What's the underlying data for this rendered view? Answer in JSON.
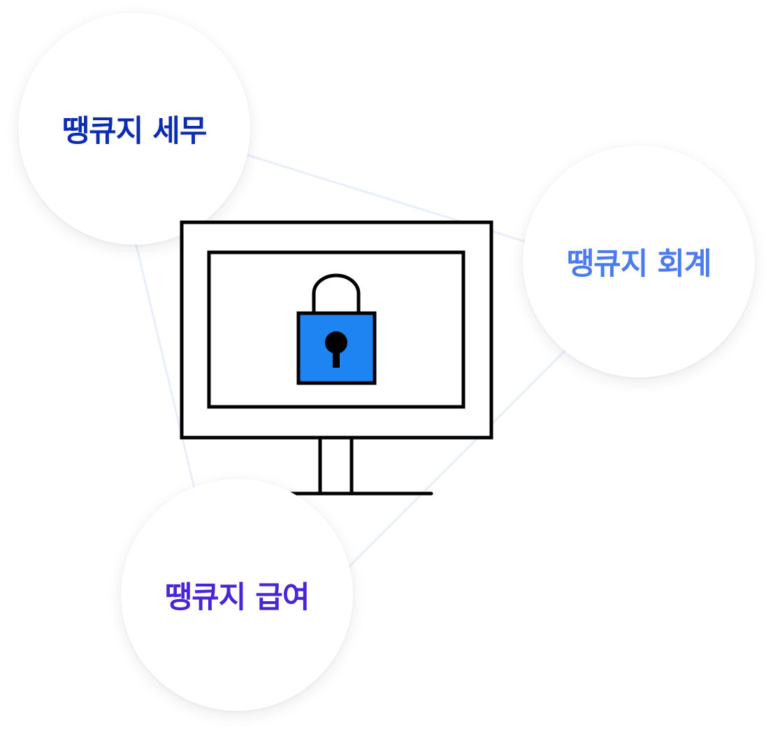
{
  "bubbles": {
    "tax": {
      "label": "땡큐지 세무",
      "color": "#0d2db0"
    },
    "accounting": {
      "label": "땡큐지 회계",
      "color": "#4a7cf0"
    },
    "payroll": {
      "label": "땡큐지 급여",
      "color": "#4a25d8"
    }
  },
  "icons": {
    "monitor": "monitor-icon",
    "lock": "padlock-icon"
  },
  "colors": {
    "lock_fill": "#1e84f2",
    "outline": "#000000",
    "connector": "#e9eefb"
  }
}
